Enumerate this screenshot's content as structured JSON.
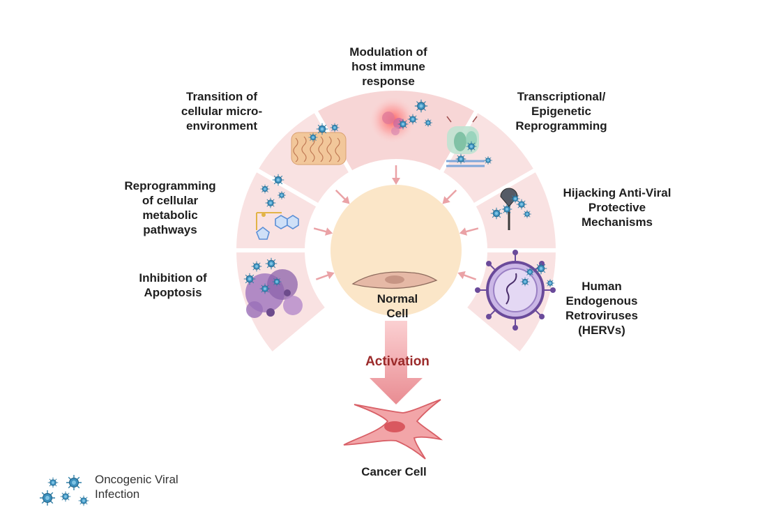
{
  "colors": {
    "sector_fill": "#f9e2e2",
    "sector_top_fill": "#f7d6d6",
    "center_cell": "#fbe6c8",
    "arrow": "#eaa2a6",
    "activation_text": "#9b2a2a",
    "virus": "#2f7fa8",
    "cancer_cell": "#e86a70"
  },
  "mechanisms": {
    "top": [
      "Modulation of",
      "host immune",
      "response"
    ],
    "upper_left": [
      "Transition of",
      "cellular micro-",
      "environment"
    ],
    "upper_right": [
      "Transcriptional/",
      "Epigenetic",
      "Reprogramming"
    ],
    "mid_left": [
      "Reprogramming",
      "of cellular",
      "metabolic",
      "pathways"
    ],
    "mid_right": [
      "Hijacking Anti-Viral",
      "Protective",
      "Mechanisms"
    ],
    "lower_left": [
      "Inhibition of",
      "Apoptosis"
    ],
    "lower_right": [
      "Human",
      "Endogenous",
      "Retroviruses",
      "(HERVs)"
    ]
  },
  "center": {
    "normal_cell": [
      "Normal",
      "Cell"
    ]
  },
  "activation": "Activation",
  "cancer_cell": "Cancer Cell",
  "legend": {
    "icon": "virus-icon",
    "lines": [
      "Oncogenic Viral",
      "Infection"
    ]
  }
}
